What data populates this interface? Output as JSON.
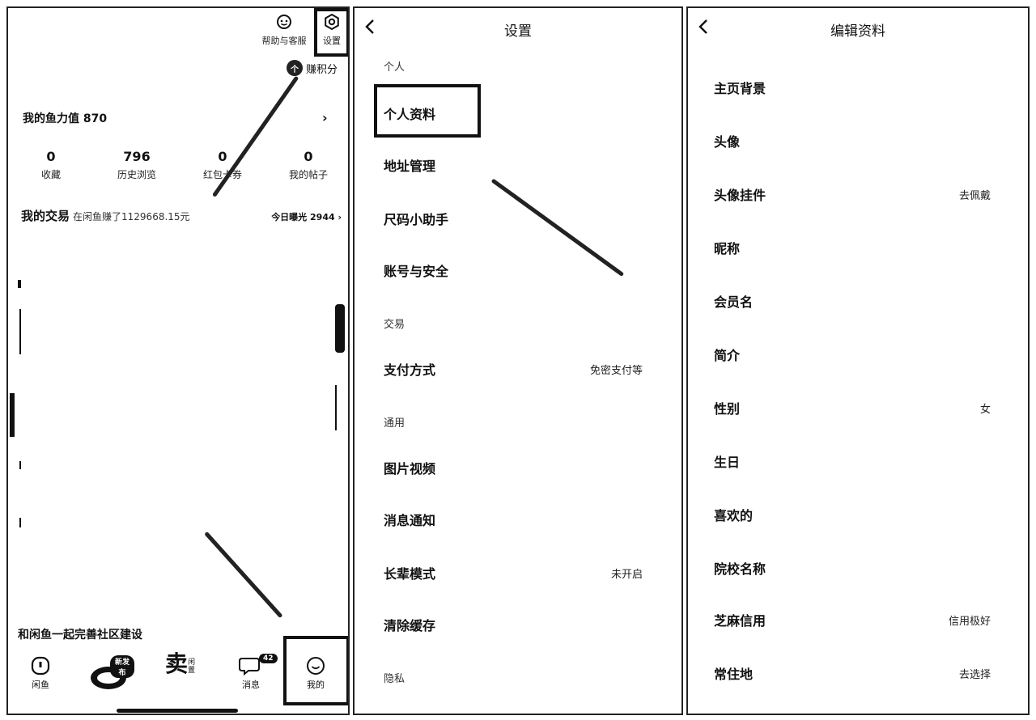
{
  "panel1": {
    "help_label": "帮助与客服",
    "settings_label": "设置",
    "points_badge": "个",
    "points_label": "赚积分",
    "fish_power": "我的鱼力值 870",
    "stats": [
      {
        "num": "0",
        "label": "收藏"
      },
      {
        "num": "796",
        "label": "历史浏览"
      },
      {
        "num": "0",
        "label": "红包卡券"
      },
      {
        "num": "0",
        "label": "我的帖子"
      }
    ],
    "trade_title": "我的交易",
    "trade_sub": "在闲鱼赚了1129668.15元",
    "trade_exposure": "今日曝光 2944 ›",
    "community": "和闲鱼一起完善社区建设",
    "tabs": {
      "home": "闲鱼",
      "fishpond_badge": "新发布",
      "sell": "卖",
      "sell_sub": "闲置",
      "msg": "消息",
      "msg_badge": "42",
      "mine": "我的"
    }
  },
  "panel2": {
    "title": "设置",
    "sections": {
      "personal": "个人",
      "trade": "交易",
      "general": "通用",
      "privacy": "隐私"
    },
    "items": {
      "profile": "个人资料",
      "address": "地址管理",
      "size_helper": "尺码小助手",
      "account_security": "账号与安全",
      "payment": "支付方式",
      "payment_value": "免密支付等",
      "media": "图片视频",
      "notifications": "消息通知",
      "elder_mode": "长辈模式",
      "elder_mode_value": "未开启",
      "clear_cache": "清除缓存"
    }
  },
  "panel3": {
    "title": "编辑资料",
    "items": [
      {
        "label": "主页背景",
        "value": ""
      },
      {
        "label": "头像",
        "value": ""
      },
      {
        "label": "头像挂件",
        "value": "去佩戴"
      },
      {
        "label": "昵称",
        "value": ""
      },
      {
        "label": "会员名",
        "value": ""
      },
      {
        "label": "简介",
        "value": ""
      },
      {
        "label": "性别",
        "value": "女"
      },
      {
        "label": "生日",
        "value": ""
      },
      {
        "label": "喜欢的",
        "value": ""
      },
      {
        "label": "院校名称",
        "value": ""
      },
      {
        "label": "芝麻信用",
        "value": "信用极好"
      },
      {
        "label": "常住地",
        "value": "去选择"
      }
    ]
  },
  "colors": {
    "ink": "#111111",
    "bg": "#ffffff"
  }
}
